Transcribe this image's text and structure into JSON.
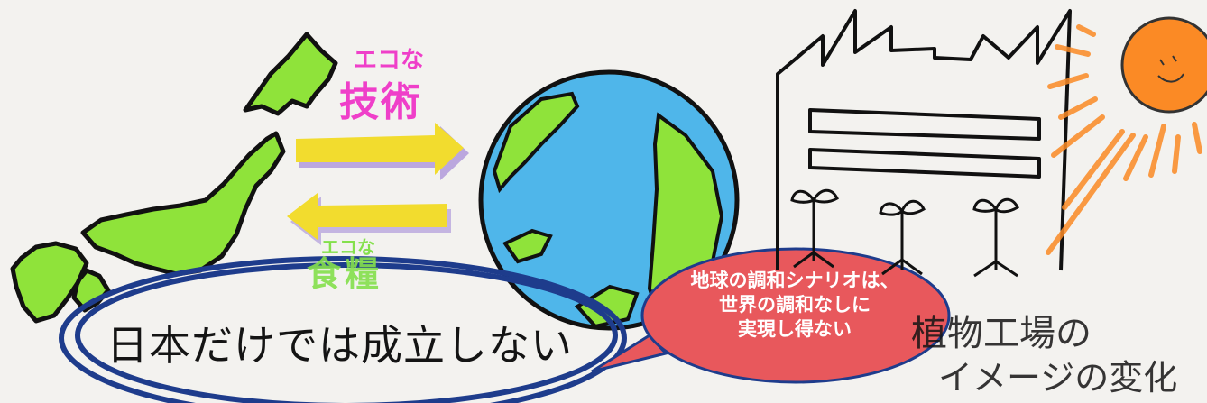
{
  "left_panel": {
    "eco_tech_small": "エコな",
    "eco_tech_big": "技術",
    "eco_food_small": "エコな",
    "eco_food_big": "食糧",
    "headline": "日本だけでは成立しない"
  },
  "speech_bubble": {
    "line1": "地球の調和シナリオは、",
    "line2": "世界の調和なしに",
    "line3": "実現し得ない"
  },
  "right_panel": {
    "factory_label_1": "植物工場の",
    "factory_label_2": "イメージの変化"
  },
  "colors": {
    "japan_green": "#8fe33a",
    "ocean_blue": "#4fb6ea",
    "arrow_yellow": "#f2dc2e",
    "arrow_shadow": "#8c6ad0",
    "sun_orange": "#fb8a25",
    "bubble_red": "#e8585c",
    "circle_navy": "#1e3c8c",
    "pink_text": "#ef3fc9"
  },
  "icons": [
    "japan-map-icon",
    "globe-icon",
    "factory-icon",
    "sprout-icon",
    "sun-icon",
    "arrow-right-icon",
    "arrow-left-icon"
  ]
}
